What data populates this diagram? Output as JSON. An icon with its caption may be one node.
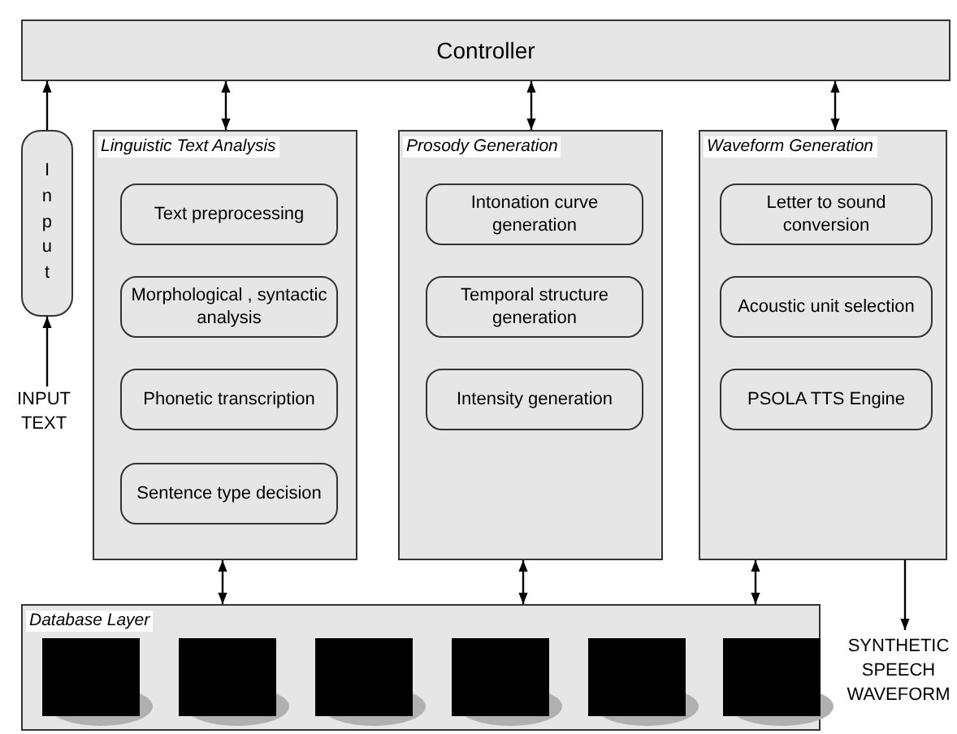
{
  "diagram": {
    "nodes": [
      {
        "text": [
          "Controller"
        ]
      },
      {
        "text": [
          "Input"
        ]
      },
      {
        "text": [
          "INPUT TEXT"
        ]
      },
      {
        "text": [
          "Linguistic Text Analysis"
        ]
      },
      {
        "text": [
          "Text preprocessing"
        ],
        "in": 3
      },
      {
        "text": [
          "Morphological , syntactic analysis"
        ],
        "in": 3
      },
      {
        "text": [
          "Phonetic transcription"
        ],
        "in": 3
      },
      {
        "text": [
          "Sentence type decision"
        ],
        "in": 3
      },
      {
        "text": [
          "Prosody Generation"
        ]
      },
      {
        "text": [
          "Intonation curve generation"
        ],
        "in": 8
      },
      {
        "text": [
          "Temporal structure generation"
        ],
        "in": 8
      },
      {
        "text": [
          "Intensity generation"
        ],
        "in": 8
      },
      {
        "text": [
          "Waveform Generation"
        ]
      },
      {
        "text": [
          "Letter to sound conversion"
        ],
        "in": 12
      },
      {
        "text": [
          "Acoustic unit selection"
        ],
        "in": 12
      },
      {
        "text": [
          "PSOLA TTS Engine"
        ],
        "in": 12
      },
      {
        "text": [
          "Database Layer"
        ]
      },
      {
        "text": [],
        "shape": "box",
        "in": 16
      },
      {
        "text": [],
        "shape": "box",
        "in": 16
      },
      {
        "text": [],
        "shape": "box",
        "in": 16
      },
      {
        "text": [],
        "shape": "box",
        "in": 16
      },
      {
        "text": [],
        "shape": "box",
        "in": 16
      },
      {
        "text": [],
        "shape": "box",
        "in": 16
      },
      {
        "text": [
          "SYNTHETIC SPEECH WAVEFORM"
        ]
      }
    ],
    "edges": [
      {
        "from": 2,
        "to": 1,
        "arrow": "to"
      },
      {
        "from": 1,
        "to": 0,
        "arrow": "to"
      },
      {
        "from": 0,
        "to": 3,
        "arrow": "both"
      },
      {
        "from": 0,
        "to": 8,
        "arrow": "both"
      },
      {
        "from": 0,
        "to": 12,
        "arrow": "both"
      },
      {
        "from": 3,
        "to": 16,
        "arrow": "both"
      },
      {
        "from": 8,
        "to": 16,
        "arrow": "both"
      },
      {
        "from": 12,
        "to": 16,
        "arrow": "both"
      },
      {
        "from": 12,
        "to": 23,
        "arrow": "to"
      }
    ]
  }
}
